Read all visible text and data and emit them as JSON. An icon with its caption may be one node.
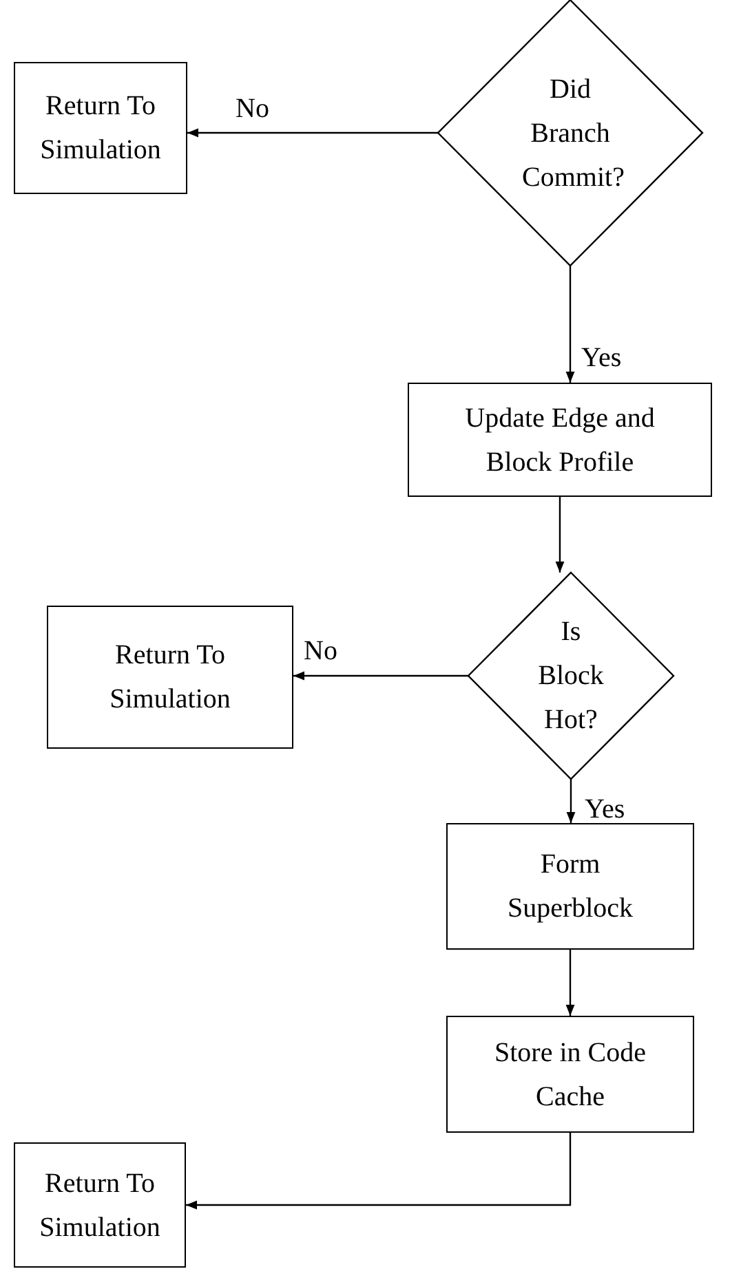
{
  "diagram": {
    "nodes": [
      {
        "text": [
          "Return To Simulation"
        ]
      },
      {
        "text": [
          "Did Branch Commit?"
        ]
      },
      {
        "text": [
          "Update Edge and Block Profile"
        ]
      },
      {
        "text": [
          "Return To Simulation"
        ]
      },
      {
        "text": [
          "Is Block Hot?"
        ]
      },
      {
        "text": [
          "Form Superblock"
        ]
      },
      {
        "text": [
          "Store in Code Cache"
        ]
      },
      {
        "text": [
          "Return To Simulation"
        ]
      }
    ],
    "edges": [
      {
        "from": 1,
        "to": 0,
        "arrow": "to",
        "label": "No"
      },
      {
        "from": 1,
        "to": 2,
        "arrow": "to",
        "label": "Yes"
      },
      {
        "from": 2,
        "to": 4,
        "arrow": "to"
      },
      {
        "from": 4,
        "to": 3,
        "arrow": "to",
        "label": "No"
      },
      {
        "from": 4,
        "to": 5,
        "arrow": "to",
        "label": "Yes"
      },
      {
        "from": 5,
        "to": 6,
        "arrow": "to"
      },
      {
        "from": 6,
        "to": 7,
        "arrow": "to"
      }
    ]
  }
}
